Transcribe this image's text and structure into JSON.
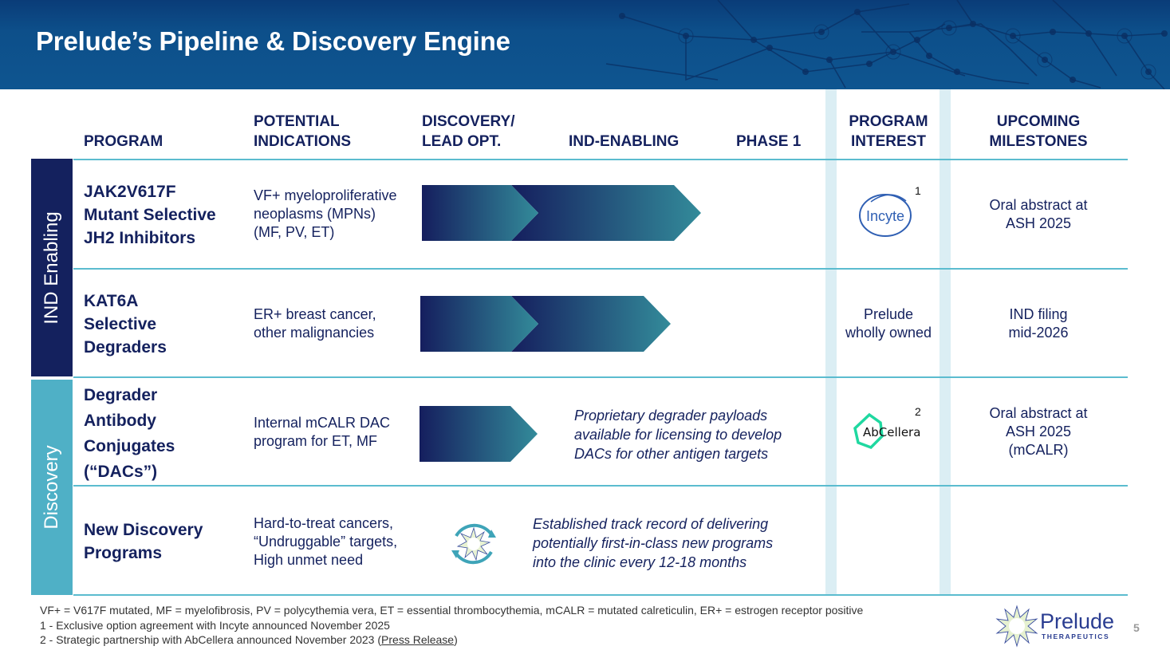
{
  "slide": {
    "title": "Prelude’s Pipeline & Discovery Engine",
    "page_number": "5",
    "colors": {
      "navy": "#14215e",
      "banner_blue": "#0e5590",
      "teal_divider": "#5bbccf",
      "discovery_teal": "#4fb0c6",
      "column_band": "#dbeef4",
      "arrow_start": "#151e5e",
      "arrow_end": "#338b9a",
      "abcellera_green": "#1fd8a0"
    }
  },
  "headers": {
    "program": "PROGRAM",
    "indications": [
      "POTENTIAL",
      "INDICATIONS"
    ],
    "discovery": [
      "DISCOVERY/",
      "LEAD OPT."
    ],
    "ind_enabling": "IND-ENABLING",
    "phase1": "PHASE 1",
    "interest": [
      "PROGRAM",
      "INTEREST"
    ],
    "milestones": [
      "UPCOMING",
      "MILESTONES"
    ]
  },
  "groups": [
    {
      "label": "IND Enabling",
      "color": "#14215e"
    },
    {
      "label": "Discovery",
      "color": "#4fb0c6"
    }
  ],
  "rows": [
    {
      "program": [
        "JAK2V617F",
        "Mutant Selective",
        "JH2 Inhibitors"
      ],
      "indications": [
        "VF+ myeloproliferative",
        "neoplasms (MPNs)",
        "(MF, PV, ET)"
      ],
      "stage": "IND-Enabling",
      "progress_stage_fraction": 0.7,
      "interest_logo": "Incyte",
      "interest_footnote": "1",
      "milestone": [
        "Oral abstract at",
        "ASH 2025"
      ]
    },
    {
      "program": [
        "KAT6A",
        "Selective",
        "Degraders"
      ],
      "indications": [
        "ER+ breast cancer,",
        "other malignancies"
      ],
      "stage": "IND-Enabling",
      "progress_stage_fraction": 0.63,
      "interest_text": [
        "Prelude",
        "wholly owned"
      ],
      "milestone": [
        "IND filing",
        "mid-2026"
      ]
    },
    {
      "program": [
        "Degrader",
        "Antibody",
        "Conjugates",
        "(“DACs”)"
      ],
      "indications": [
        "Internal mCALR DAC",
        "program for ET, MF"
      ],
      "stage": "Discovery/Lead Opt.",
      "progress_stage_fraction": 0.3,
      "note": [
        "Proprietary degrader payloads",
        "available for licensing to develop",
        "DACs for other antigen targets"
      ],
      "interest_logo": "AbCellera",
      "interest_footnote": "2",
      "milestone": [
        "Oral abstract at",
        "ASH 2025",
        "(mCALR)"
      ]
    },
    {
      "program": [
        "New Discovery",
        "Programs"
      ],
      "indications": [
        "Hard-to-treat cancers,",
        "“Undruggable” targets,",
        "High unmet need"
      ],
      "icon": "discovery-cycle-icon",
      "note": [
        "Established track record of delivering",
        "potentially first-in-class new programs",
        "into the clinic every 12-18 months"
      ],
      "milestone": []
    }
  ],
  "footnotes": {
    "abbrev": "VF+ = V617F mutated, MF = myelofibrosis, PV = polycythemia vera, ET = essential thrombocythemia, mCALR = mutated calreticulin, ER+ = estrogen receptor positive",
    "note1": "1 - Exclusive option agreement with Incyte announced November 2025",
    "note2_prefix": "2 - Strategic partnership with AbCellera announced November 2023 (",
    "note2_link": "Press Release",
    "note2_suffix": ")"
  },
  "logo": {
    "name": "Prelude",
    "sub": "THERAPEUTICS"
  }
}
